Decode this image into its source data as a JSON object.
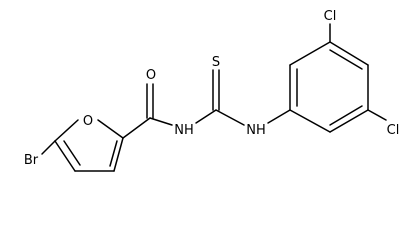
{
  "structure": {
    "colors": {
      "ink": "#000000",
      "background": "#ffffff"
    },
    "atom_labels": {
      "br": "Br",
      "ring_o": "O",
      "carbonyl_o": "O",
      "nh_amide": "NH",
      "s": "S",
      "nh_aryl": "NH",
      "cl_top": "Cl",
      "cl_bottom": "Cl"
    }
  }
}
